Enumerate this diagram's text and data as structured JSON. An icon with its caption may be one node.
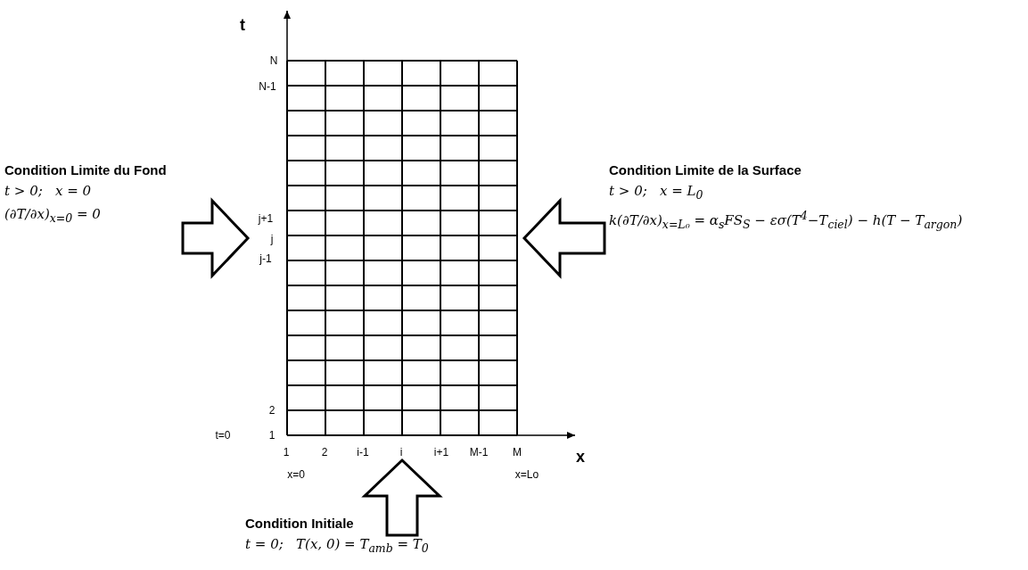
{
  "diagram": {
    "nodes": [
      {
        "text": [],
        "shape": "grid"
      },
      {
        "text": [
          "Condition Limite du Fond",
          "t > 0;   x = 0",
          "(∂T/∂x)$_{x=0}$ = 0"
        ]
      },
      {
        "text": [
          "Condition Limite de la Surface",
          "t > 0;   x = L$_{0}$",
          "k(∂T/∂x)$_{x=L₀}$ = α$_{s}$FS$_{S}$ − εσ(T$^{4}$−T$_{ciel}$) − h(T − T$_{argon}$)"
        ]
      },
      {
        "text": [
          "Condition Initiale",
          "t = 0;   T(x, 0) = T$_{amb}$ = T$_{0}$"
        ]
      }
    ],
    "edges": [
      {
        "from": 1,
        "to": 0,
        "arrow": "to"
      },
      {
        "from": 2,
        "to": 0,
        "arrow": "to"
      },
      {
        "from": 3,
        "to": 0,
        "arrow": "to"
      }
    ],
    "labels": [
      "t",
      "N",
      "N-1",
      "j+1",
      "j",
      "j-1",
      "2",
      "t=0",
      "1",
      "1",
      "2",
      "i-1",
      "i",
      "i+1",
      "M-1",
      "M",
      "x=0",
      "x=Lo",
      "x"
    ]
  }
}
